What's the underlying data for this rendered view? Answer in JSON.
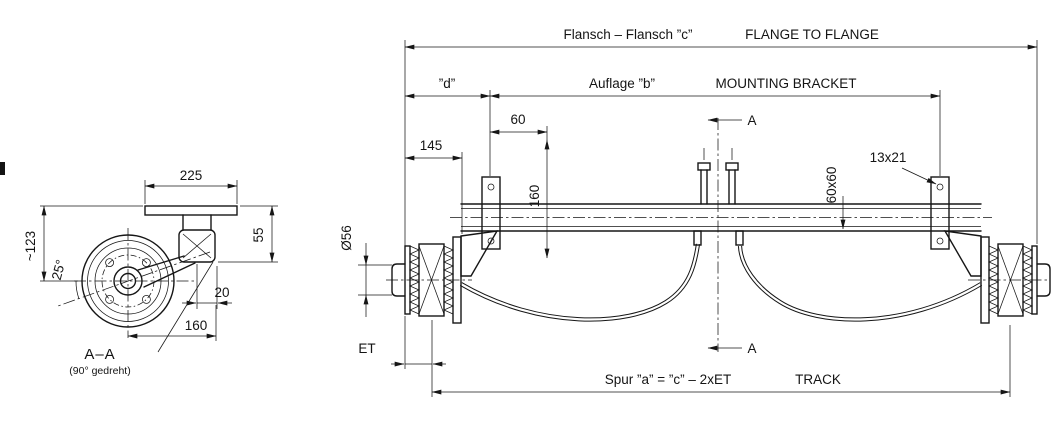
{
  "colors": {
    "ink": "#161616",
    "background": "#ffffff"
  },
  "section_view": {
    "dim_225": "225",
    "dim_123": "~123",
    "dim_55": "55",
    "angle_25": "25°",
    "dim_20": "20",
    "dim_160": "160",
    "title": "A–A",
    "subtitle": "(90° gedreht)"
  },
  "main_view": {
    "flange_label_de": "Flansch – Flansch ”c”",
    "flange_label_en": "FLANGE TO FLANGE",
    "dim_d": "”d”",
    "bracket_label_de": "Auflage ”b”",
    "bracket_label_en": "MOUNTING BRACKET",
    "dim_60": "60",
    "dim_145": "145",
    "dim_160": "160",
    "dim_60x60": "60x60",
    "dim_13x21": "13x21",
    "dim_diameter": "Ø56",
    "dim_et": "ET",
    "section_marker": "A",
    "track_label_de": "Spur ”a” = ”c” – 2xET",
    "track_label_en": "TRACK"
  }
}
